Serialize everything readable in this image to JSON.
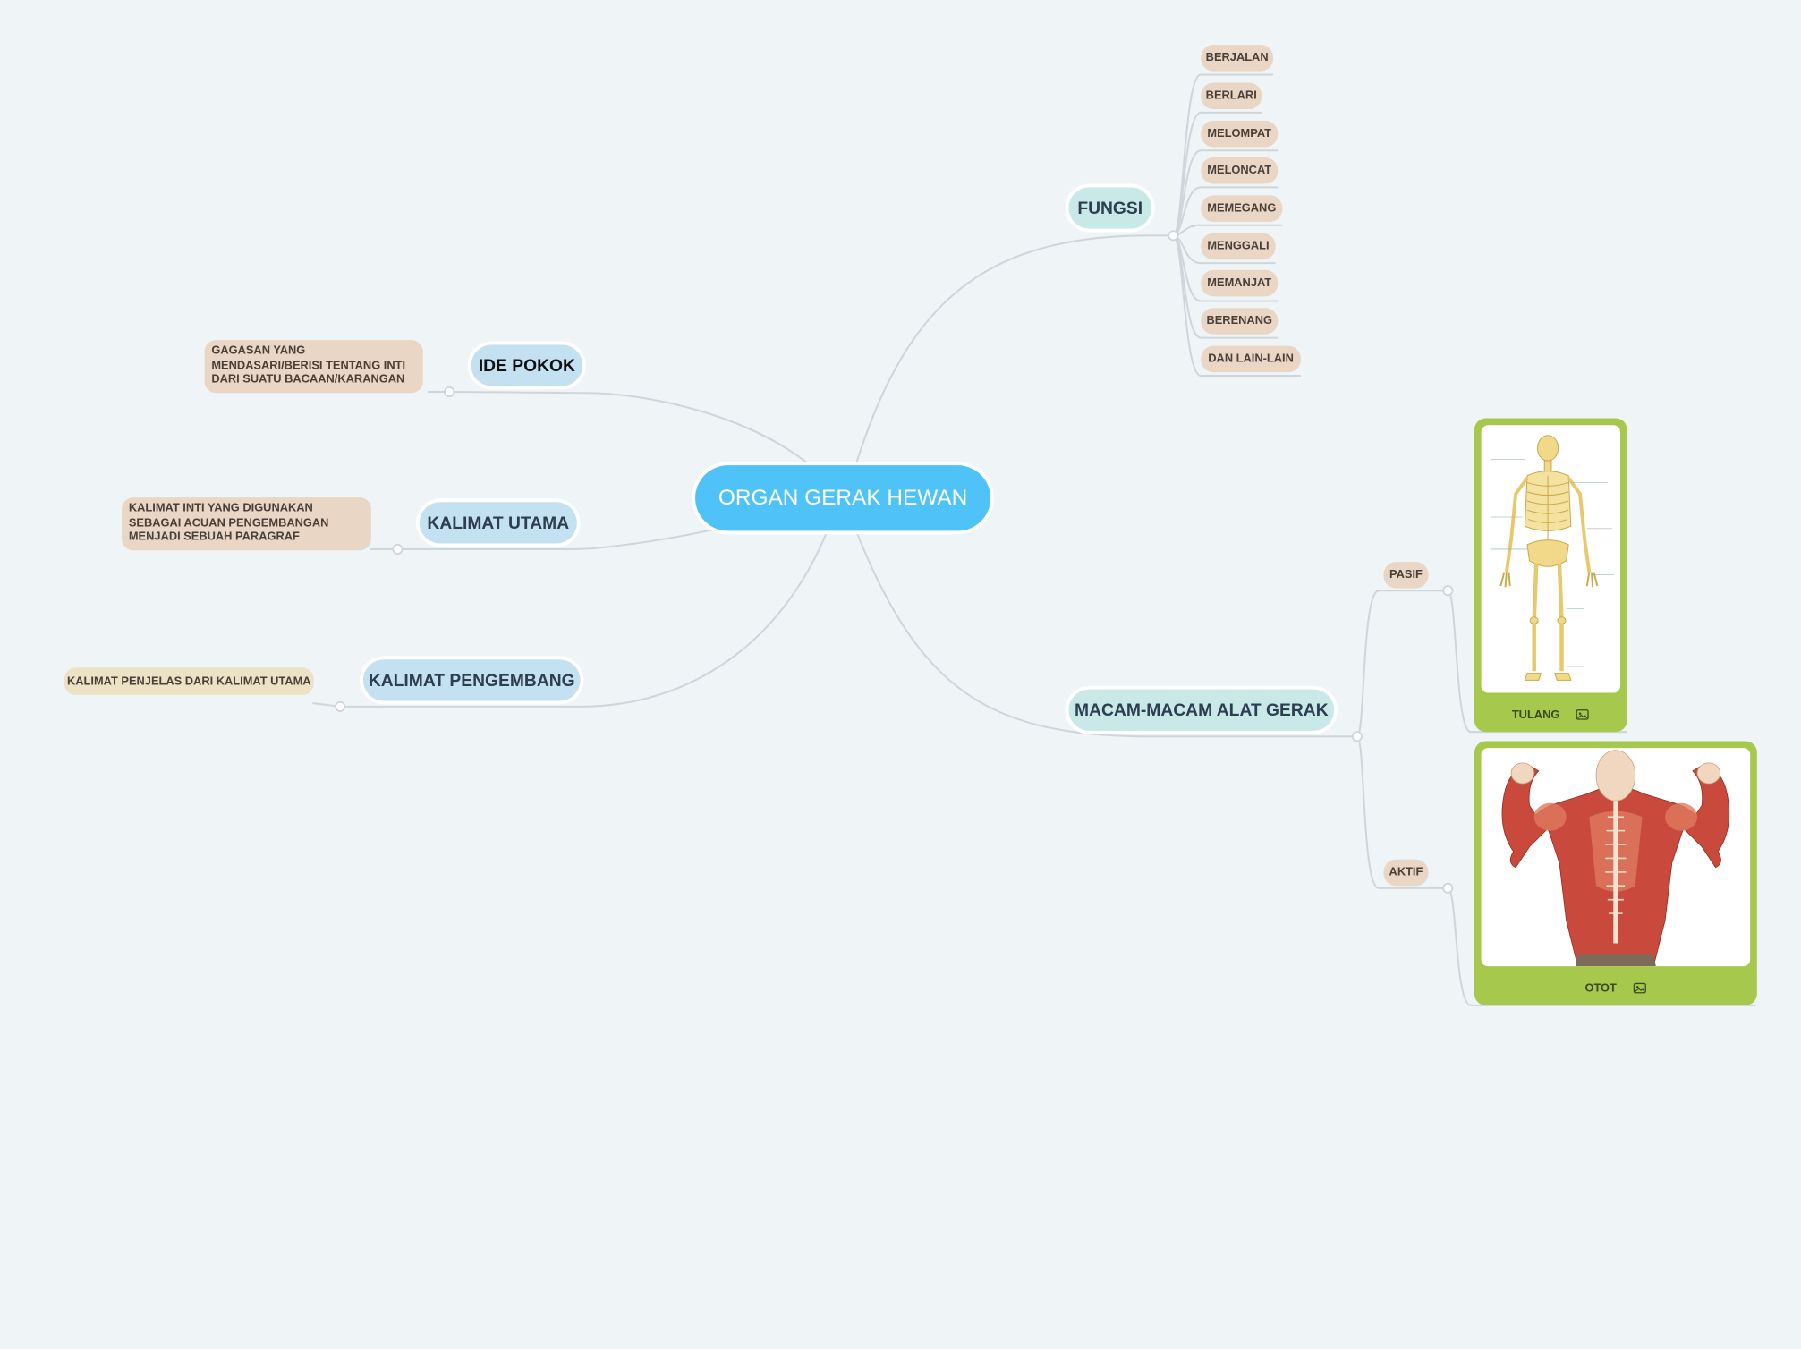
{
  "root": {
    "label": "ORGAN GERAK HEWAN"
  },
  "branches": {
    "ide_pokok": {
      "label": "IDE POKOK",
      "desc": "GAGASAN YANG MENDASARI/BERISI TENTANG INTI DARI SUATU BACAAN/KARANGAN"
    },
    "kalimat_utama": {
      "label": "KALIMAT UTAMA",
      "desc": "KALIMAT INTI YANG DIGUNAKAN SEBAGAI ACUAN PENGEMBANGAN MENJADI SEBUAH PARAGRAF"
    },
    "kalimat_pengembang": {
      "label": "KALIMAT PENGEMBANG",
      "desc": "KALIMAT PENJELAS DARI KALIMAT UTAMA"
    },
    "fungsi": {
      "label": "FUNGSI",
      "items": [
        "BERJALAN",
        "BERLARI",
        "MELOMPAT",
        "MELONCAT",
        "MEMEGANG",
        "MENGGALI",
        "MEMANJAT",
        "BERENANG",
        "DAN LAIN-LAIN"
      ]
    },
    "macam": {
      "label": "MACAM-MACAM ALAT GERAK",
      "pasif": {
        "label": "PASIF",
        "card_label": "TULANG"
      },
      "aktif": {
        "label": "AKTIF",
        "card_label": "OTOT"
      }
    }
  },
  "icons": {
    "card_icon": "image-icon"
  },
  "colors": {
    "root": "#4fc3f7",
    "main_blue": "#c4e1f2",
    "main_teal": "#c9e8e8",
    "leaf": "#e9d6c4",
    "card": "#a6c94d",
    "background": "#eff4f7"
  }
}
